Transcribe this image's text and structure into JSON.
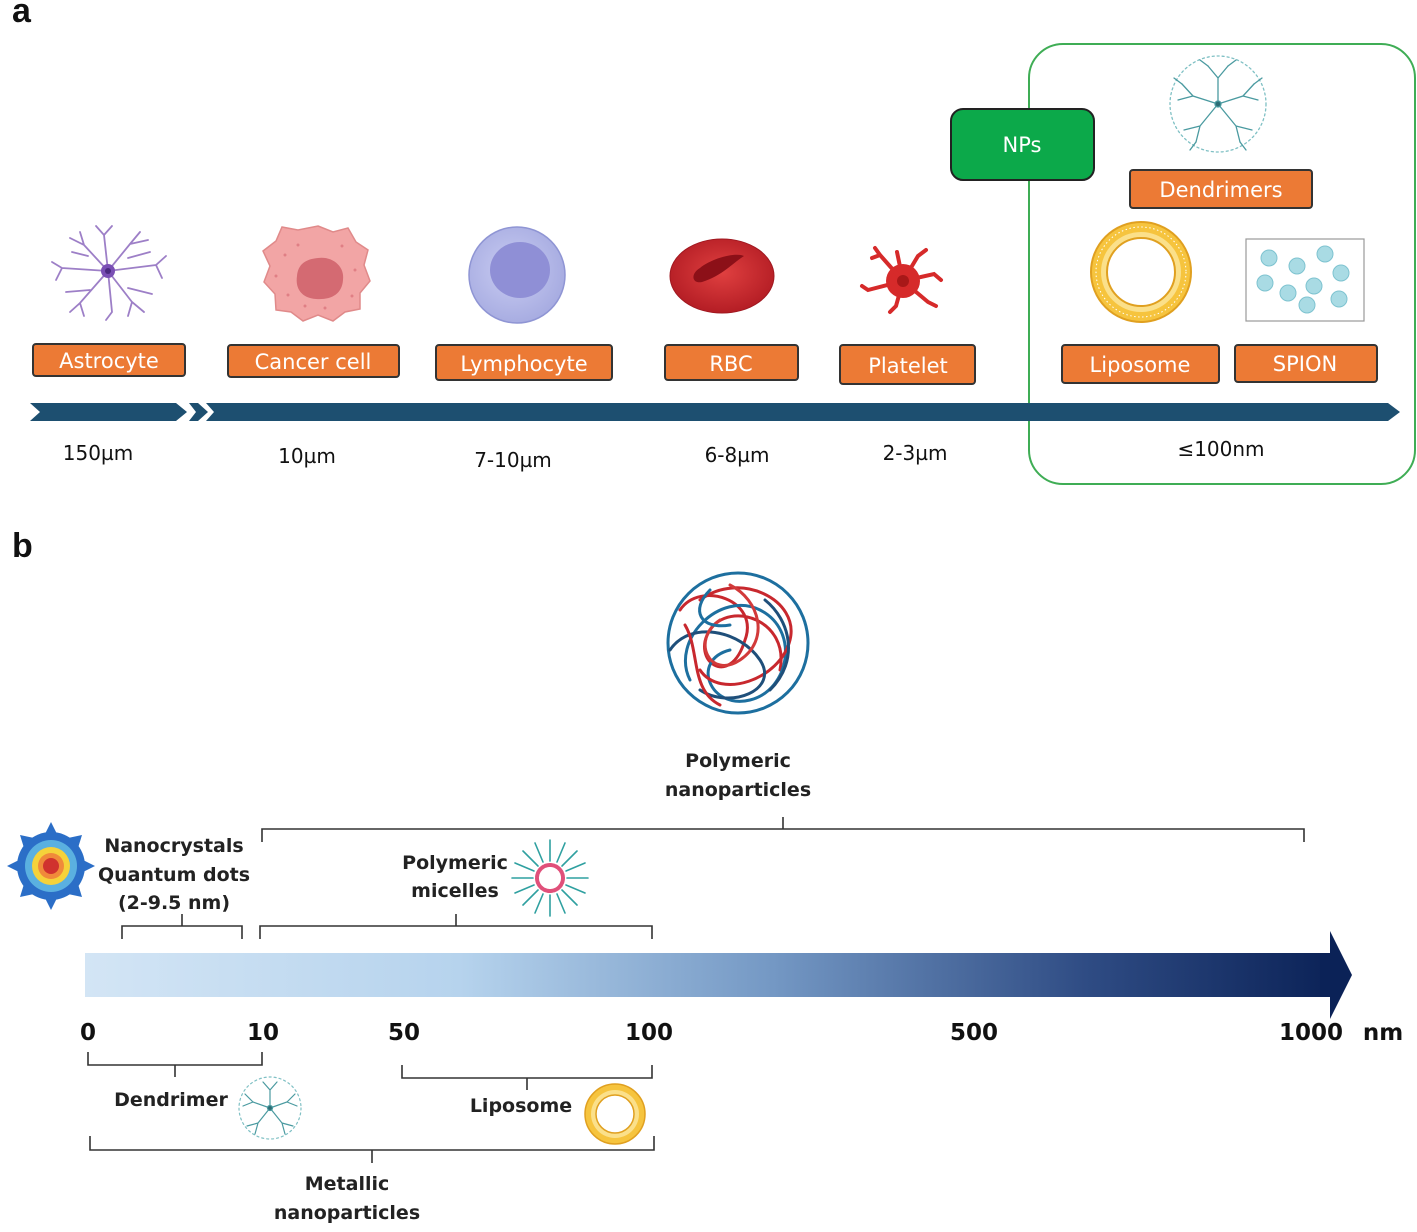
{
  "panel_a": {
    "letter": "a",
    "cells": [
      {
        "label": "Astrocyte",
        "size": "150µm",
        "icon": "astrocyte-icon"
      },
      {
        "label": "Cancer cell",
        "size": "10µm",
        "icon": "cancer-cell-icon"
      },
      {
        "label": "Lymphocyte",
        "size": "7-10µm",
        "icon": "lymphocyte-icon"
      },
      {
        "label": "RBC",
        "size": "6-8µm",
        "icon": "rbc-icon"
      },
      {
        "label": "Platelet",
        "size": "2-3µm",
        "icon": "platelet-icon"
      }
    ],
    "nps": {
      "header": "NPs",
      "items": [
        {
          "label": "Dendrimers",
          "icon": "dendrimer-icon"
        },
        {
          "label": "Liposome",
          "icon": "liposome-icon"
        },
        {
          "label": "SPION",
          "icon": "spion-icon"
        }
      ],
      "size": "≤100nm"
    },
    "colors": {
      "tag": "#ec7a35",
      "tag_border": "#333333",
      "arrow": "#1d4f70",
      "np_box": "#3fad55",
      "nps_badge": "#0ca94a"
    }
  },
  "panel_b": {
    "letter": "b",
    "ticks": [
      "0",
      "10",
      "50",
      "100",
      "500",
      "1000"
    ],
    "unit": "nm",
    "categories": {
      "polymeric_np": {
        "line1": "Polymeric",
        "line2": "nanoparticles",
        "icon": "polymer-coil-icon"
      },
      "nanocrystals": {
        "line1": "Nanocrystals",
        "line2": "Quantum dots",
        "line3": "(2-9.5 nm)",
        "icon": "quantum-dot-icon"
      },
      "micelles": {
        "line1": "Polymeric",
        "line2": "micelles",
        "icon": "micelle-icon"
      },
      "dendrimer": {
        "label": "Dendrimer",
        "icon": "dendrimer-icon"
      },
      "liposome": {
        "label": "Liposome",
        "icon": "liposome-icon"
      },
      "metallic": {
        "line1": "Metallic",
        "line2": "nanoparticles"
      }
    },
    "colors": {
      "arrow_start": "#d3e5f5",
      "arrow_mid": "#b6d3ed",
      "arrow_end": "#0b2257"
    }
  }
}
